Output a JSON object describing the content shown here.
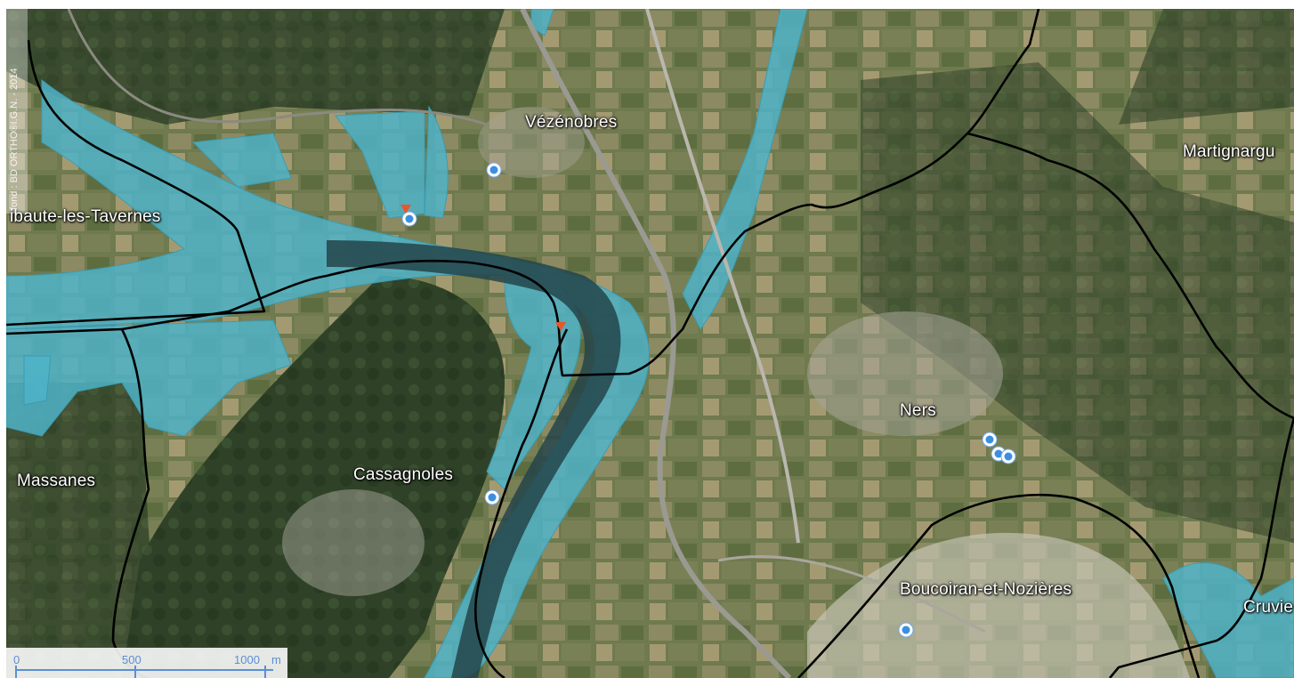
{
  "credit": {
    "text": "fond : BD ORTHO®I.G.N. - 2014"
  },
  "places": [
    {
      "name": "Vézénobres"
    },
    {
      "name": "Martignargu"
    },
    {
      "name": "ibaute-les-Tavernes"
    },
    {
      "name": "Ners"
    },
    {
      "name": "Massanes"
    },
    {
      "name": "Cassagnoles"
    },
    {
      "name": "Boucoiran-et-Nozières"
    },
    {
      "name": "Cruvie"
    }
  ],
  "scale": {
    "label_0": "0",
    "label_500": "500",
    "label_1000": "1000",
    "unit": "m"
  },
  "colors": {
    "flood_zone": "#4fb3c8",
    "boundary": "#000000",
    "marker": "#3b8fe0",
    "flag": "#e8562a",
    "scale": "#5b8fd6"
  },
  "icons": [
    "location-marker-icon",
    "warning-flag-icon"
  ]
}
